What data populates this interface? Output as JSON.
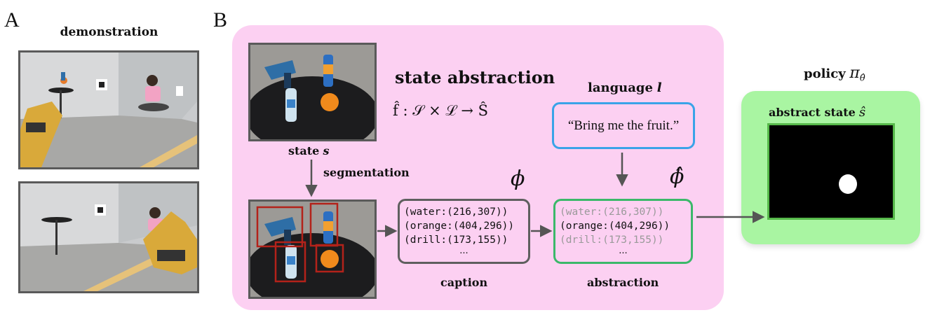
{
  "panel_a": {
    "letter": "A",
    "title": "demonstration"
  },
  "panel_b": {
    "letter": "B",
    "heading": "state abstraction",
    "formula": "f̂ : 𝒮 × ℒ → Ŝ",
    "state_label": "state",
    "state_symbol": "s",
    "segmentation_label": "segmentation",
    "language_label": "language",
    "language_symbol": "l",
    "language_text": "“Bring me the fruit.”",
    "phi_symbol": "ϕ",
    "phi_hat_symbol": "ϕ̂",
    "caption_label": "caption",
    "abstraction_label": "abstraction",
    "caption_lines": [
      "(water:(216,307))",
      "(orange:(404,296))",
      "(drill:(173,155))"
    ],
    "abstraction_lines": [
      "(water:(216,307))",
      "(orange:(404,296))",
      "(drill:(173,155))"
    ],
    "ellipsis": "..."
  },
  "policy": {
    "label": "policy",
    "symbol": "π",
    "subscript": "θ̂",
    "abstract_state_label": "abstract state",
    "abstract_state_symbol": "ŝ"
  },
  "colors": {
    "pink_panel": "#fcd0f2",
    "green_panel": "#a9f5a2",
    "language_border": "#3aa3e8",
    "caption_border": "#5f5f5f",
    "abstraction_border": "#3bb86a",
    "seg_box": "#b3221a",
    "arrow": "#555555"
  }
}
